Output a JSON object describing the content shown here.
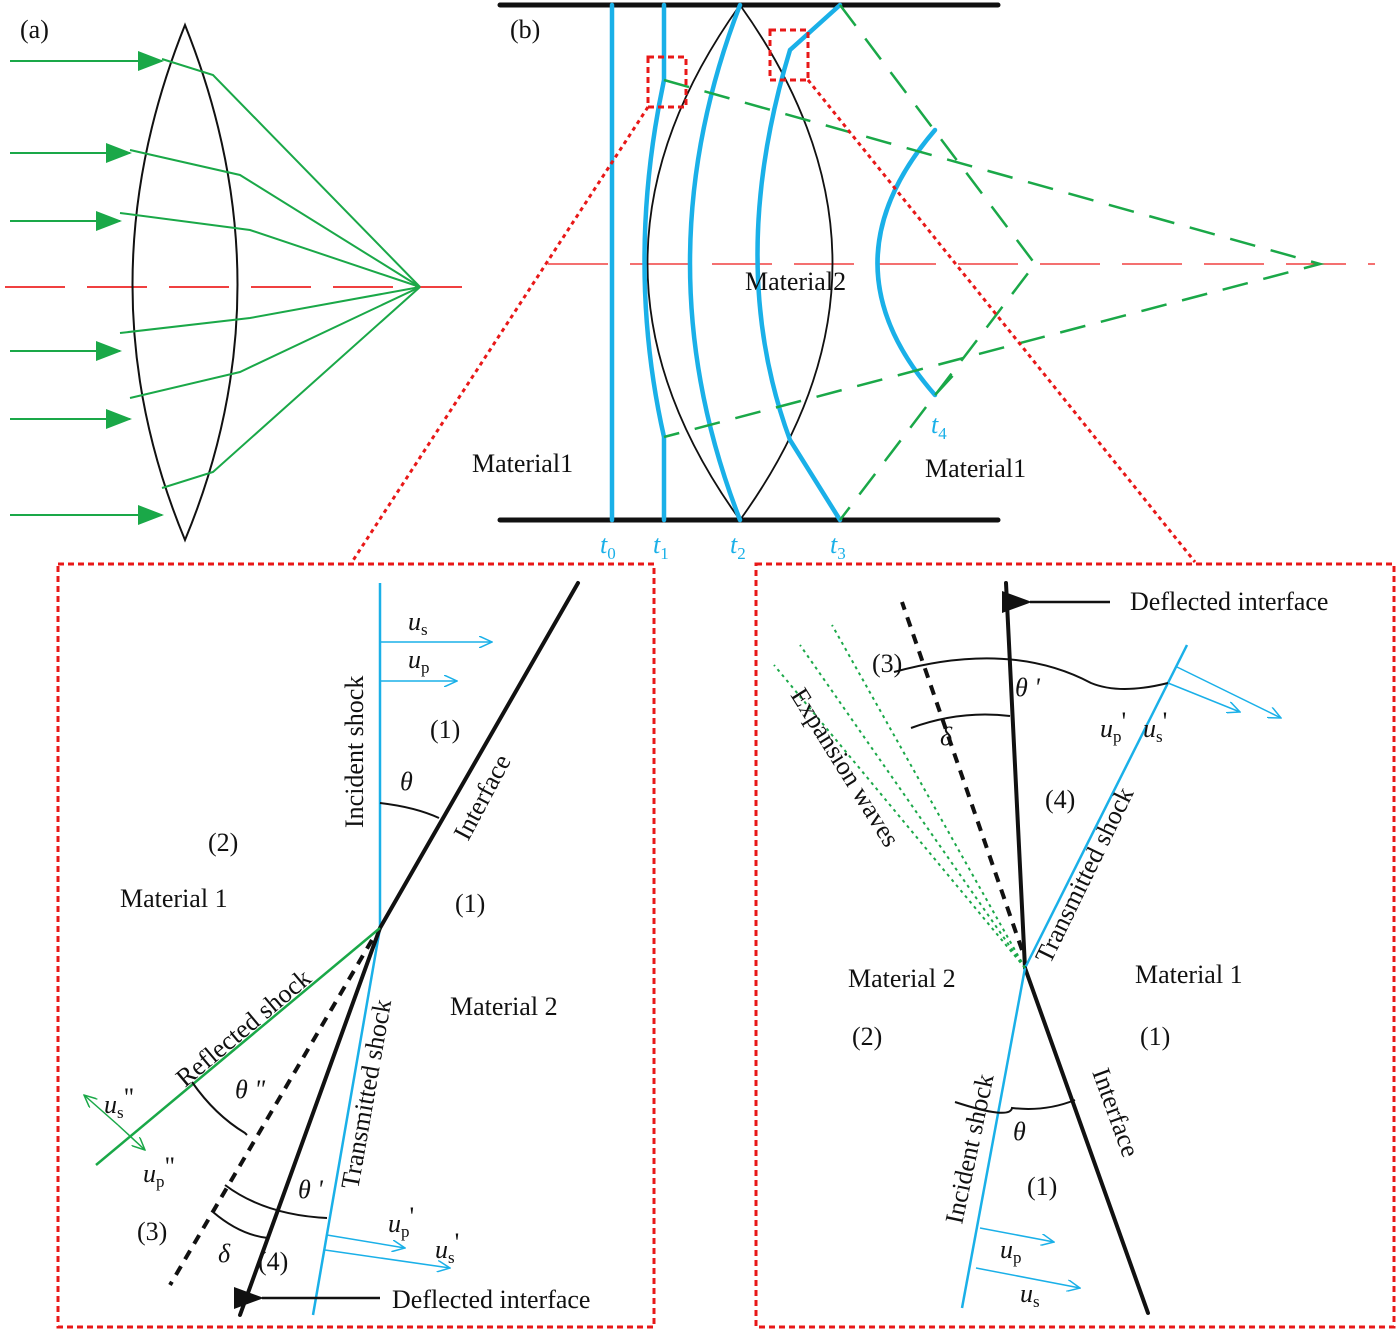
{
  "colors": {
    "shock": "#1ab0e8",
    "ray": "#1aa848",
    "axis": "#f04040",
    "frame": "#e81818",
    "line": "#111111"
  },
  "panel_a": {
    "label": "(a)"
  },
  "panel_b": {
    "label": "(b)",
    "material_left": "Material1",
    "material_center": "Material2",
    "material_right": "Material1",
    "time_labels": [
      {
        "base": "t",
        "sub": "0"
      },
      {
        "base": "t",
        "sub": "1"
      },
      {
        "base": "t",
        "sub": "2"
      },
      {
        "base": "t",
        "sub": "3"
      },
      {
        "base": "t",
        "sub": "4"
      }
    ]
  },
  "inset_left": {
    "incident_shock": "Incident shock",
    "interface": "Interface",
    "reflected_shock": "Reflected shock",
    "transmitted_shock": "Transmitted shock",
    "deflected_interface": "Deflected interface",
    "material_a": "Material 1",
    "material_b": "Material 2",
    "regions": [
      "(1)",
      "(1)",
      "(2)",
      "(3)",
      "(4)"
    ],
    "angles": {
      "theta": "θ",
      "theta_pp": "θ \"",
      "theta_p": "θ '",
      "delta": "δ"
    },
    "velocities": {
      "us": {
        "base": "u",
        "sub": "s",
        "mark": ""
      },
      "up": {
        "base": "u",
        "sub": "p",
        "mark": ""
      },
      "us_pp": {
        "base": "u",
        "sub": "s",
        "mark": "\""
      },
      "up_pp": {
        "base": "u",
        "sub": "p",
        "mark": "\""
      },
      "up_p": {
        "base": "u",
        "sub": "p",
        "mark": "'"
      },
      "us_p": {
        "base": "u",
        "sub": "s",
        "mark": "'"
      }
    }
  },
  "inset_right": {
    "deflected_interface": "Deflected interface",
    "expansion_waves": "Expansion waves",
    "transmitted_shock": "Transmitted shock",
    "incident_shock": "Incident shock",
    "interface": "Interface",
    "material_a": "Material 2",
    "material_b": "Material 1",
    "regions": [
      "(3)",
      "(4)",
      "(2)",
      "(1)",
      "(1)"
    ],
    "angles": {
      "theta": "θ",
      "theta_p": "θ '",
      "delta": "δ"
    },
    "velocities": {
      "up_p": {
        "base": "u",
        "sub": "p",
        "mark": "'"
      },
      "us_p": {
        "base": "u",
        "sub": "s",
        "mark": "'"
      },
      "up": {
        "base": "u",
        "sub": "p",
        "mark": ""
      },
      "us": {
        "base": "u",
        "sub": "s",
        "mark": ""
      }
    }
  }
}
